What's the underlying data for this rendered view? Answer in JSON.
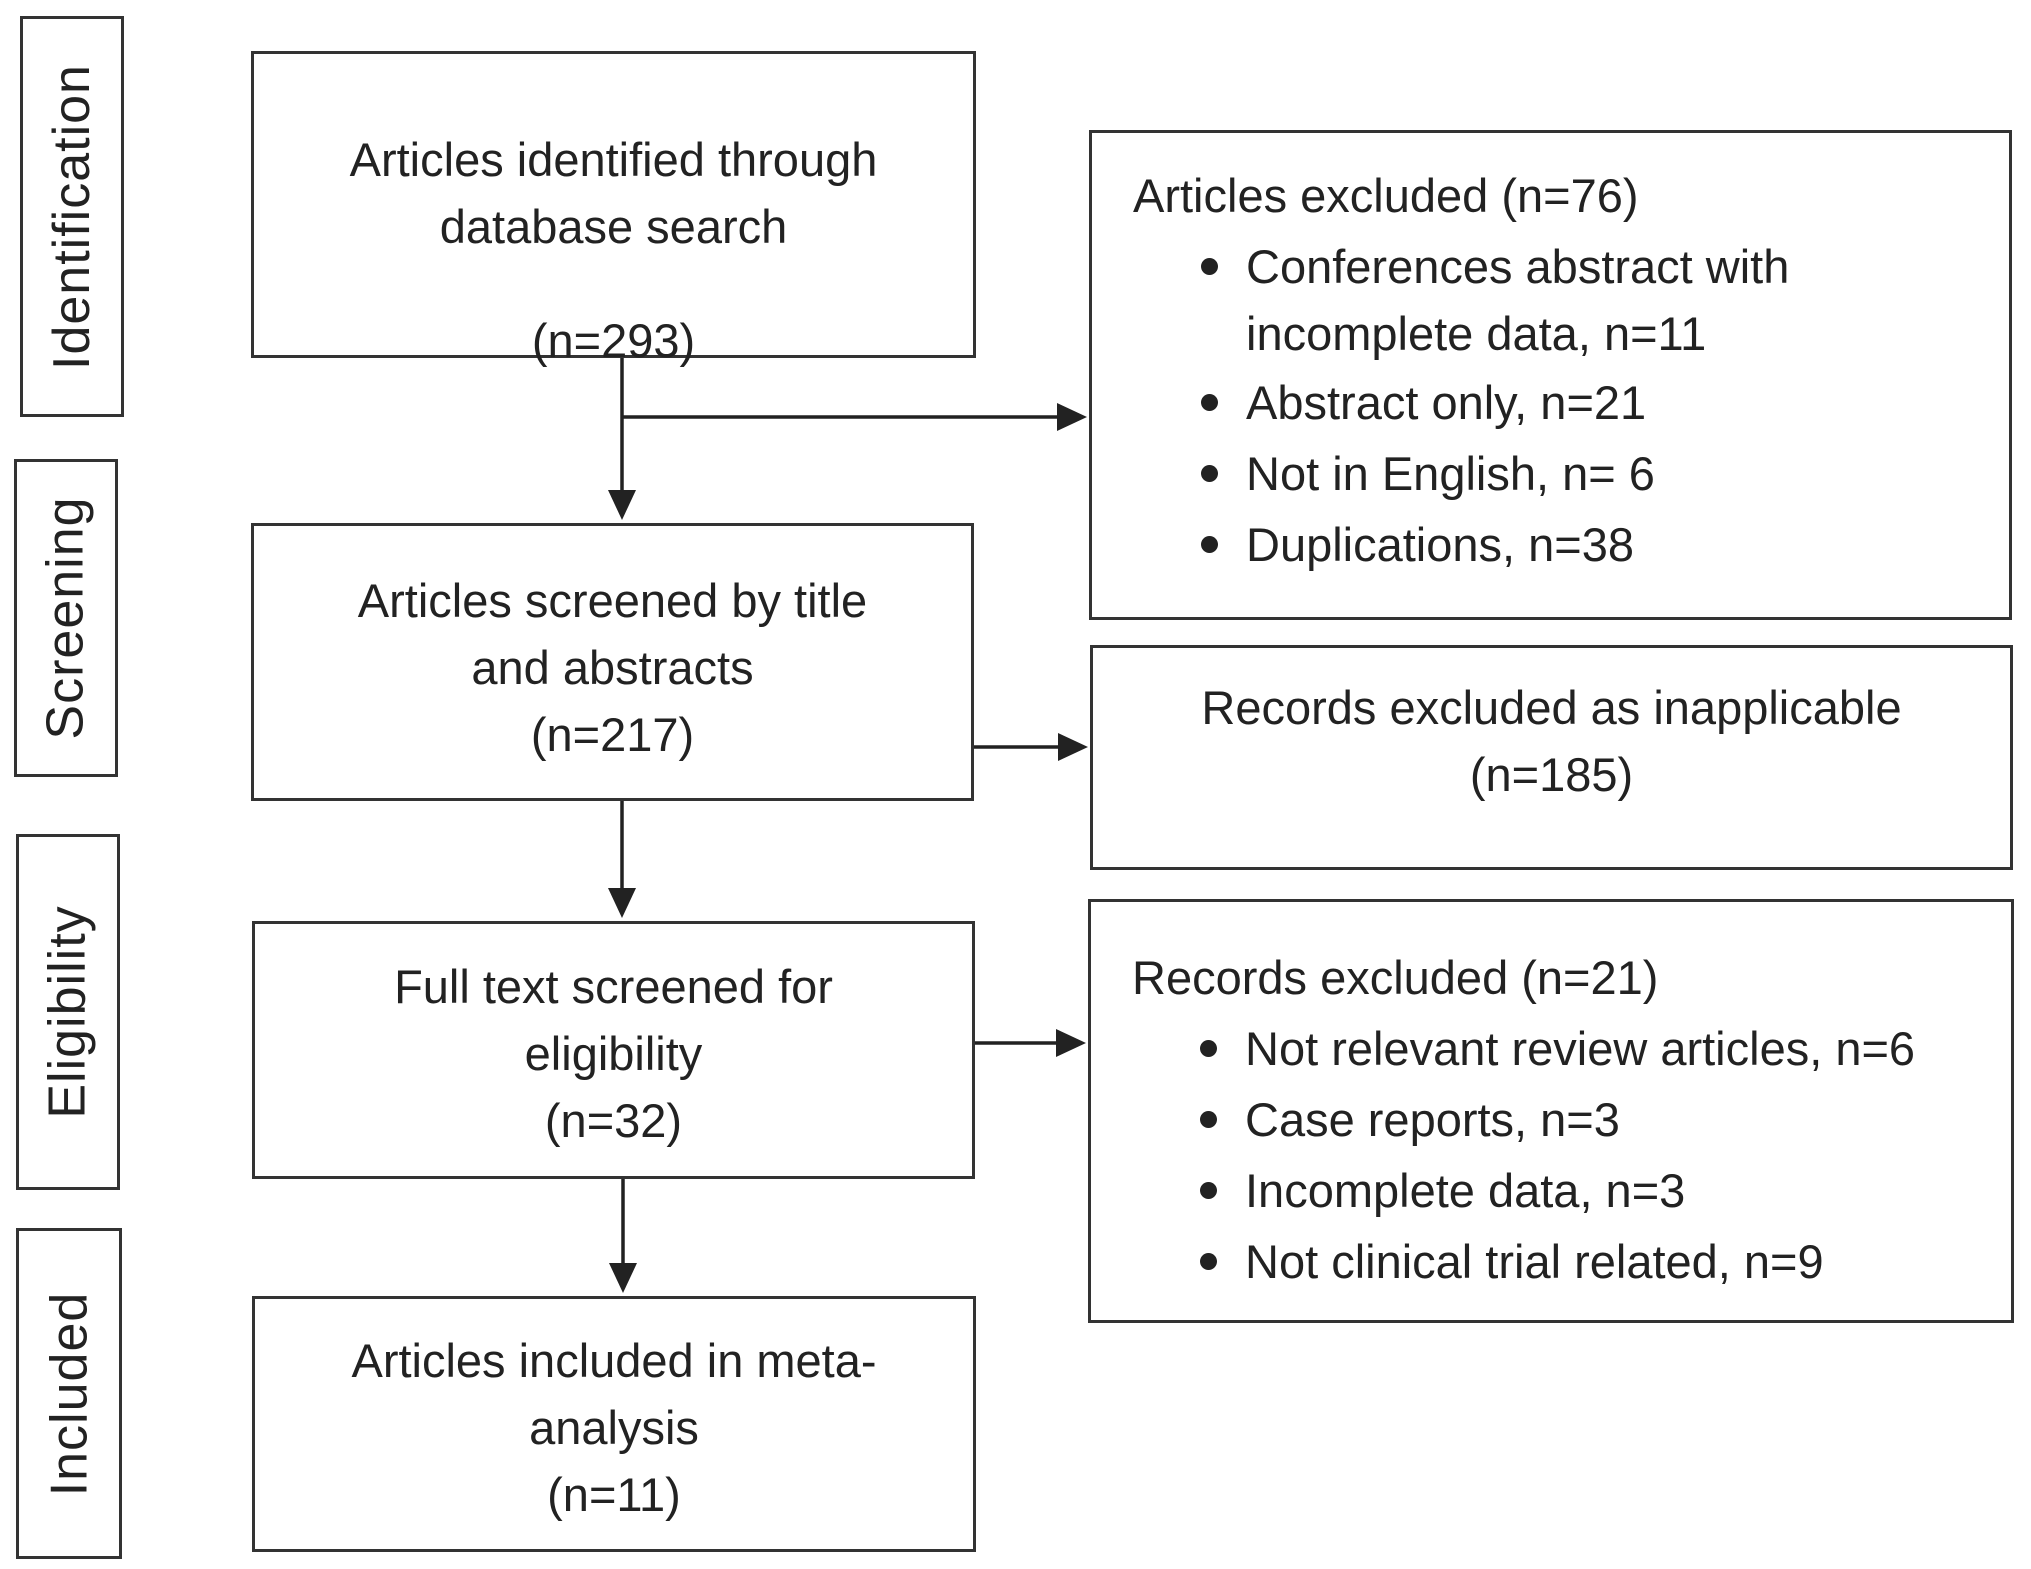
{
  "stages": {
    "identification": "Identification",
    "screening": "Screening",
    "eligibility": "Eligibility",
    "included": "Included"
  },
  "flow": {
    "identified": {
      "lines": [
        "Articles identified through",
        "database search"
      ],
      "count": "(n=293)"
    },
    "screened": {
      "lines": [
        "Articles screened by title",
        "and abstracts"
      ],
      "count": "(n=217)"
    },
    "fulltext": {
      "lines": [
        "Full text screened for",
        "eligibility"
      ],
      "count": "(n=32)"
    },
    "included": {
      "lines": [
        "Articles included in meta-",
        "analysis"
      ],
      "count": "(n=11)"
    }
  },
  "exclusions": {
    "first": {
      "title": "Articles excluded (n=76)",
      "items": [
        [
          "Conferences abstract with",
          "incomplete data, n=11"
        ],
        "Abstract only, n=21",
        "Not in English, n= 6",
        "Duplications, n=38"
      ]
    },
    "inapplicable": {
      "lines": [
        "Records excluded as inapplicable",
        "(n=185)"
      ]
    },
    "second": {
      "title": "Records excluded (n=21)",
      "items": [
        "Not relevant review articles, n=6",
        "Case reports, n=3",
        "Incomplete data, n=3",
        "Not clinical trial related, n=9"
      ]
    }
  }
}
